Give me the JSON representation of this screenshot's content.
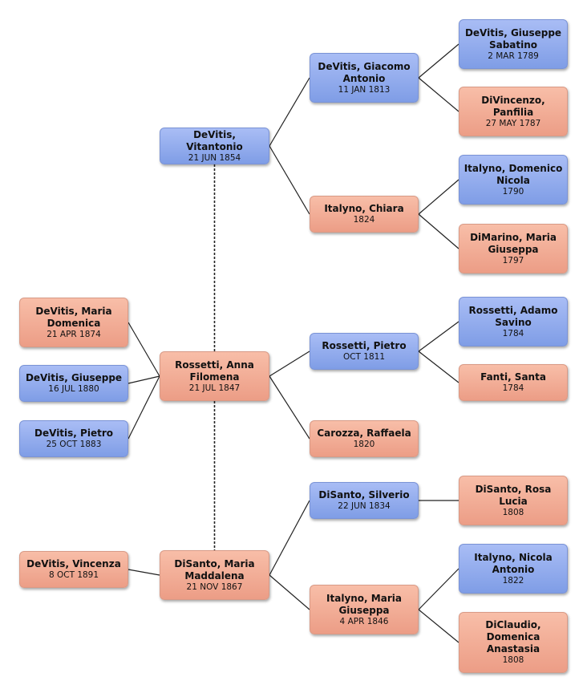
{
  "people": [
    {
      "id": "p_vitantonio",
      "name": "DeVitis, Vitantonio",
      "date": "21 JUN 1854",
      "sex": "male"
    },
    {
      "id": "p_anna",
      "name": "Rossetti, Anna Filomena",
      "date": "21 JUL 1847",
      "sex": "female"
    },
    {
      "id": "p_maddalena",
      "name": "DiSanto, Maria Maddalena",
      "date": "21 NOV 1867",
      "sex": "female"
    },
    {
      "id": "p_giacomo",
      "name": "DeVitis, Giacomo Antonio",
      "date": "11 JAN 1813",
      "sex": "male"
    },
    {
      "id": "p_chiara",
      "name": "Italyno, Chiara",
      "date": "1824",
      "sex": "female"
    },
    {
      "id": "p_pietro_r",
      "name": "Rossetti, Pietro",
      "date": "OCT 1811",
      "sex": "male"
    },
    {
      "id": "p_raffaela",
      "name": "Carozza, Raffaela",
      "date": "1820",
      "sex": "female"
    },
    {
      "id": "p_silverio",
      "name": "DiSanto, Silverio",
      "date": "22 JUN 1834",
      "sex": "male"
    },
    {
      "id": "p_mgiuseppa",
      "name": "Italyno, Maria Giuseppa",
      "date": "4 APR 1846",
      "sex": "female"
    },
    {
      "id": "p_gsabatino",
      "name": "DeVitis, Giuseppe Sabatino",
      "date": "2 MAR 1789",
      "sex": "male"
    },
    {
      "id": "p_panfilia",
      "name": "DiVincenzo, Panfilia",
      "date": "27 MAY 1787",
      "sex": "female"
    },
    {
      "id": "p_dnicola",
      "name": "Italyno, Domenico Nicola",
      "date": "1790",
      "sex": "male"
    },
    {
      "id": "p_mgdimarino",
      "name": "DiMarino, Maria Giuseppa",
      "date": "1797",
      "sex": "female"
    },
    {
      "id": "p_adamo",
      "name": "Rossetti, Adamo Savino",
      "date": "1784",
      "sex": "male"
    },
    {
      "id": "p_santa",
      "name": "Fanti, Santa",
      "date": "1784",
      "sex": "female"
    },
    {
      "id": "p_rosalucia",
      "name": "DiSanto, Rosa Lucia",
      "date": "1808",
      "sex": "female"
    },
    {
      "id": "p_nantonio",
      "name": "Italyno, Nicola Antonio",
      "date": "1822",
      "sex": "male"
    },
    {
      "id": "p_domenica",
      "name": "DiClaudio, Domenica Anastasia",
      "date": "1808",
      "sex": "female"
    },
    {
      "id": "p_mdomenica",
      "name": "DeVitis, Maria Domenica",
      "date": "21 APR 1874",
      "sex": "female"
    },
    {
      "id": "p_giuseppe",
      "name": "DeVitis, Giuseppe",
      "date": "16 JUL 1880",
      "sex": "male"
    },
    {
      "id": "p_pietro_d",
      "name": "DeVitis, Pietro",
      "date": "25 OCT 1883",
      "sex": "male"
    },
    {
      "id": "p_vincenza",
      "name": "DeVitis, Vincenza",
      "date": "8 OCT 1891",
      "sex": "female"
    }
  ],
  "parent_links": [
    [
      "p_vitantonio",
      "p_giacomo"
    ],
    [
      "p_vitantonio",
      "p_chiara"
    ],
    [
      "p_giacomo",
      "p_gsabatino"
    ],
    [
      "p_giacomo",
      "p_panfilia"
    ],
    [
      "p_chiara",
      "p_dnicola"
    ],
    [
      "p_chiara",
      "p_mgdimarino"
    ],
    [
      "p_anna",
      "p_pietro_r"
    ],
    [
      "p_anna",
      "p_raffaela"
    ],
    [
      "p_pietro_r",
      "p_adamo"
    ],
    [
      "p_pietro_r",
      "p_santa"
    ],
    [
      "p_maddalena",
      "p_silverio"
    ],
    [
      "p_maddalena",
      "p_mgiuseppa"
    ],
    [
      "p_silverio",
      "p_rosalucia"
    ],
    [
      "p_mgiuseppa",
      "p_nantonio"
    ],
    [
      "p_mgiuseppa",
      "p_domenica"
    ]
  ],
  "child_links": [
    [
      "p_anna",
      "p_mdomenica"
    ],
    [
      "p_anna",
      "p_giuseppe"
    ],
    [
      "p_anna",
      "p_pietro_d"
    ],
    [
      "p_maddalena",
      "p_vincenza"
    ]
  ],
  "spouse_links": [
    [
      "p_vitantonio",
      "p_anna"
    ],
    [
      "p_anna",
      "p_maddalena"
    ]
  ]
}
